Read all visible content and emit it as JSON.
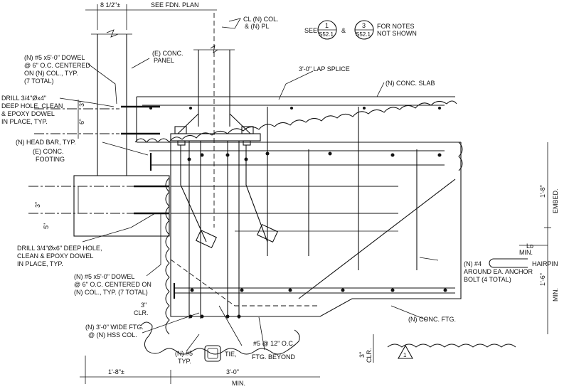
{
  "dimensions": {
    "top_8_5": "8 1/2\"±",
    "see_fdn_plan": "SEE FDN. PLAN",
    "d_3_top": "3\"",
    "d_6": "6\"",
    "d_3_left": "3\"",
    "d_5": "5\"",
    "embed_1_8": "1'-8\"",
    "embed_label": "EMBED.",
    "d_1_6": "1'-6\"",
    "min_right": "MIN.",
    "clr_3": "3\"",
    "clr_label": "CLR.",
    "bottom_3": "3\"",
    "bottom_clr": "CLR.",
    "width_1_8": "1'-8\"±",
    "width_3_0": "3'-0\"",
    "width_min": "MIN.",
    "ld": "Lᴅ",
    "ld_min": "MIN."
  },
  "notes": {
    "cl_col_1": "CL (N) COL.",
    "cl_col_2": "& (N) PL",
    "see": "SEE",
    "ref1_num": "1",
    "ref1_sheet": "S52.1",
    "amp": "&",
    "ref3_num": "3",
    "ref3_sheet": "S52.1",
    "for_notes_1": "FOR NOTES",
    "for_notes_2": "NOT SHOWN",
    "dowel_top_1": "(N) #5 x5'-0\" DOWEL",
    "dowel_top_2": "@ 6\" O.C. CENTERED",
    "dowel_top_3": "ON (N) COL., TYP.",
    "dowel_top_4": "(7 TOTAL)",
    "e_conc_panel_1": "(E) CONC.",
    "e_conc_panel_2": "PANEL",
    "lap_splice": "3'-0\" LAP SPLICE",
    "n_conc_slab": "(N) CONC. SLAB",
    "drill_top_1": "DRILL 3/4\"Øx4\"",
    "drill_top_2": "DEEP HOLE, CLEAN",
    "drill_top_3": "& EPOXY DOWEL",
    "drill_top_4": "IN PLACE, TYP.",
    "head_bar": "(N) HEAD BAR, TYP.",
    "e_conc_footing_1": "(E) CONC.",
    "e_conc_footing_2": "FOOTING",
    "drill_bot_1": "DRILL 3/4\"Øx6\" DEEP HOLE,",
    "drill_bot_2": "CLEAN & EPOXY DOWEL",
    "drill_bot_3": "IN PLACE, TYP.",
    "dowel_bot_1": "(N) #5 x5'-0\" DOWEL",
    "dowel_bot_2": "@ 6\" O.C. CENTERED ON",
    "dowel_bot_3": "(N) COL., TYP. (7 TOTAL)",
    "hairpin_1": "(N) #4",
    "hairpin_2": "HAIRPIN",
    "hairpin_3": "AROUND EA. ANCHOR",
    "hairpin_4": "BOLT (4 TOTAL)",
    "wide_ftg_1": "(N) 3'-0\" WIDE FTG.",
    "wide_ftg_2": "@ (N) HSS COL.",
    "n_conc_ftg": "(N) CONC. FTG.",
    "bars_12": "#5 @ 12\" O.C.",
    "ftg_beyond": "FTG. BEYOND",
    "n5": "(N) #5",
    "typ": "TYP.",
    "tie": "TIE,",
    "rev_tag": "1"
  }
}
